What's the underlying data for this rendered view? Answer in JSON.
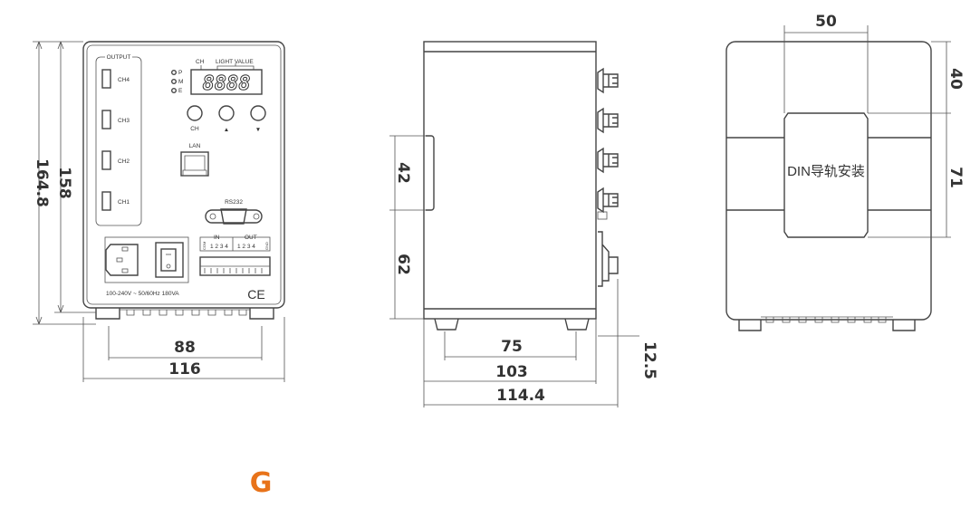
{
  "front_view": {
    "output_label": "OUTPUT",
    "channels": [
      "CH4",
      "CH3",
      "CH2",
      "CH1"
    ],
    "indicators": [
      "P",
      "M",
      "E"
    ],
    "display_labels": {
      "ch": "CH",
      "light_value": "LIGHT  VALUE"
    },
    "display_value": "8888",
    "buttons": [
      "CH",
      "▲",
      "▼"
    ],
    "lan_label": "LAN",
    "rs232_label": "RS232",
    "io_in_label": "IN",
    "io_out_label": "OUT",
    "io_in_pins": "1 2 3 4",
    "io_out_pins": "1 2 3 4",
    "com_label": "COM",
    "gnd_label": "GND",
    "power_rating": "100-240V ~ 50/60Hz 180VA",
    "ce_mark": "CE"
  },
  "side_view": {},
  "rear_view": {
    "din_label": "DIN导轨安装"
  },
  "dimensions": {
    "front_height_total": "164.8",
    "front_height_body": "158",
    "front_foot_span": "88",
    "front_width": "116",
    "rail_height": "42",
    "rail_to_bottom": "62",
    "side_foot_span": "75",
    "side_depth_body": "103",
    "side_depth_total": "114.4",
    "switch_protrusion": "12.5",
    "rail_width": "50",
    "rail_top_offset": "40",
    "rail_block_height": "71"
  },
  "figure_label": "G",
  "colors": {
    "line": "#444444",
    "figure_label": "#E8731A"
  }
}
